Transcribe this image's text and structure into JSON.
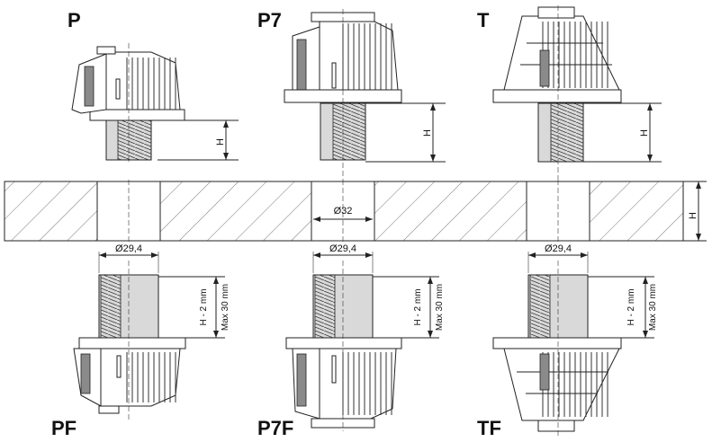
{
  "labels": {
    "p": "P",
    "p7": "P7",
    "t": "T",
    "pf": "PF",
    "p7f": "P7F",
    "tf": "TF"
  },
  "dimensions": {
    "height_top_p": "H",
    "height_top_p7": "H",
    "height_top_t": "H",
    "height_plate": "H",
    "bore_p7": "Ø32",
    "bore_left": "Ø29,4",
    "bore_mid": "Ø29,4",
    "bore_right": "Ø29,4",
    "height_bottom_line1": "H - 2 mm",
    "height_bottom_line2": "Max 30 mm"
  },
  "colors": {
    "line": "#222222",
    "shade": "#d9d9d9",
    "hatch": "#555555"
  }
}
